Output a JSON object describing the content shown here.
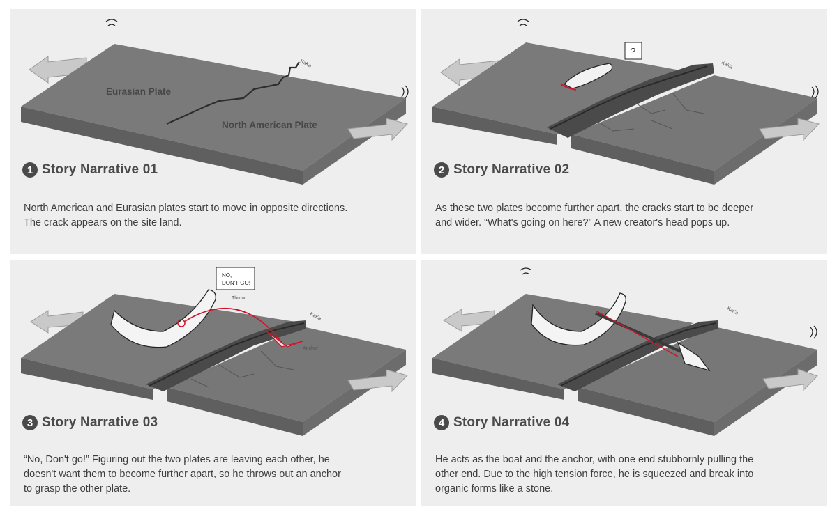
{
  "panels": [
    {
      "number": "1",
      "title": "Story Narrative 01",
      "description": "North American and Eurasian plates start to move in opposite directions. The crack appears on the site land.",
      "labels": {
        "plate_left": "Eurasian Plate",
        "plate_right": "North American Plate",
        "creator": "KaKa"
      }
    },
    {
      "number": "2",
      "title": "Story Narrative 02",
      "description": "As these two plates become further apart, the cracks start to be deeper and wider. “What's going on here?” A new creator's head pops up.",
      "labels": {
        "creator": "KaKa",
        "speech": "?"
      }
    },
    {
      "number": "3",
      "title": "Story Narrative 03",
      "description": "“No, Don't go!” Figuring out the two plates are leaving each other, he doesn't want them to become further apart, so he throws out an anchor to grasp the other plate.",
      "labels": {
        "creator": "KaKa",
        "speech_line1": "NO,",
        "speech_line2": "DON'T GO!",
        "throw": "Throw",
        "anchor": "Anchor"
      }
    },
    {
      "number": "4",
      "title": "Story Narrative 04",
      "description": "He acts as the boat and the anchor, with one end stubbornly pulling the other end. Due to the high tension force, he is squeezed and break into organic forms like a stone.",
      "labels": {
        "creator": "KaKa"
      }
    }
  ],
  "colors": {
    "panel_bg": "#eeeeee",
    "slab_top": "#7a7a7a",
    "slab_front": "#5f5f5f",
    "slab_side": "#6c6c6c",
    "arrow_fill": "#c9c9c9",
    "accent_red": "#d0142b",
    "text": "#3e3e3e"
  }
}
